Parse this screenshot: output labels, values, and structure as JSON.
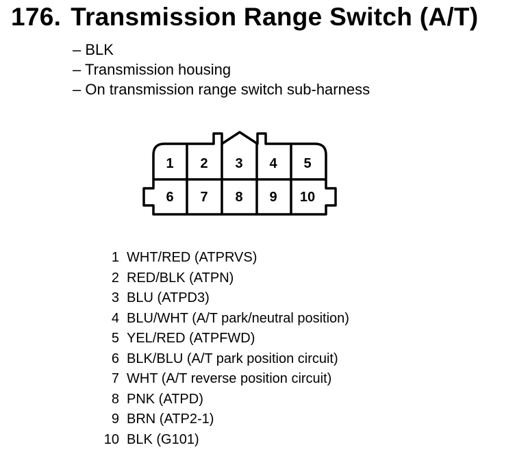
{
  "header": {
    "number": "176.",
    "title": "Transmission Range Switch (A/T)"
  },
  "notes": [
    "– BLK",
    "– Transmission housing",
    "– On transmission range switch sub-harness"
  ],
  "connector": {
    "top_row": [
      "1",
      "2",
      "3",
      "4",
      "5"
    ],
    "bottom_row": [
      "6",
      "7",
      "8",
      "9",
      "10"
    ]
  },
  "pins": [
    {
      "number": "1",
      "description": "WHT/RED (ATPRVS)"
    },
    {
      "number": "2",
      "description": "RED/BLK (ATPN)"
    },
    {
      "number": "3",
      "description": "BLU (ATPD3)"
    },
    {
      "number": "4",
      "description": "BLU/WHT (A/T park/neutral position)"
    },
    {
      "number": "5",
      "description": "YEL/RED (ATPFWD)"
    },
    {
      "number": "6",
      "description": "BLK/BLU (A/T park position circuit)"
    },
    {
      "number": "7",
      "description": "WHT (A/T reverse position circuit)"
    },
    {
      "number": "8",
      "description": "PNK (ATPD)"
    },
    {
      "number": "9",
      "description": "BRN (ATP2-1)"
    },
    {
      "number": "10",
      "description": "BLK (G101)"
    }
  ]
}
